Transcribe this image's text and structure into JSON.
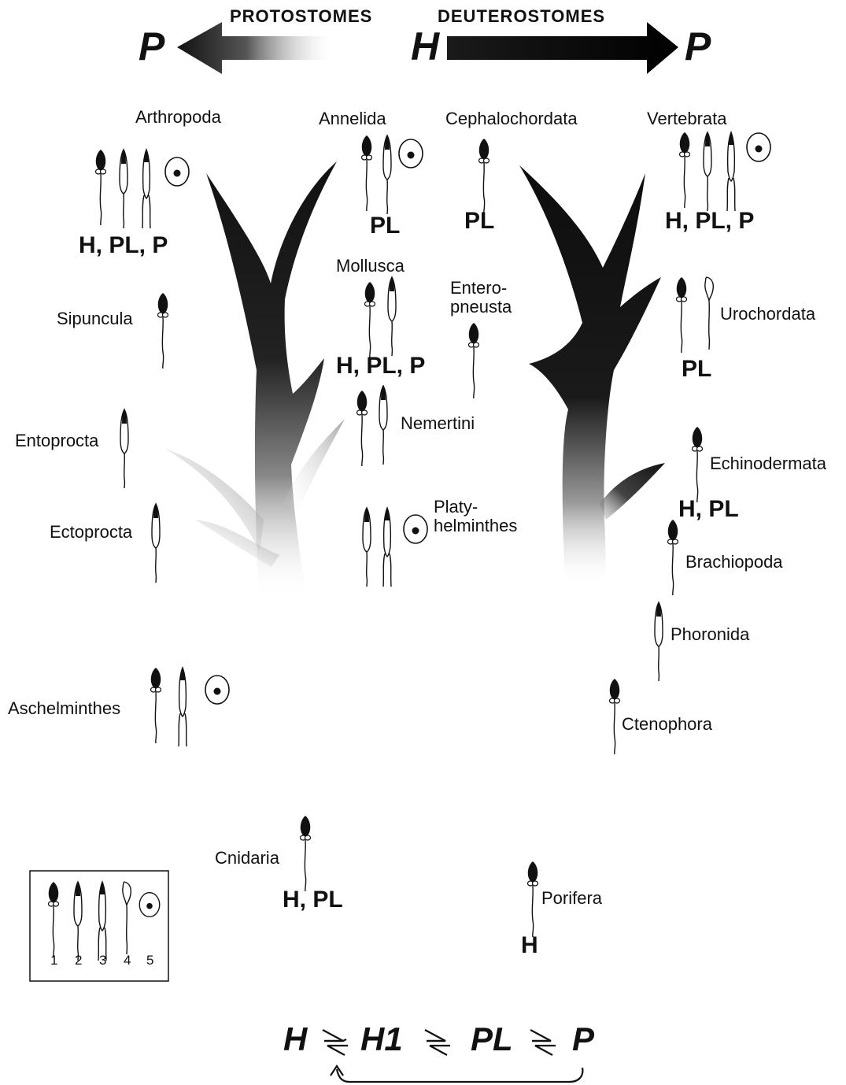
{
  "header": {
    "left_label": "PROTOSTOMES",
    "right_label": "DEUTEROSTOMES",
    "left_end": "P",
    "center": "H",
    "right_end": "P"
  },
  "taxa": {
    "arthropoda": "Arthropoda",
    "annelida": "Annelida",
    "cephalochordata": "Cephalochordata",
    "vertebrata": "Vertebrata",
    "mollusca": "Mollusca",
    "enteropneusta": "Entero-\npneusta",
    "sipuncula": "Sipuncula",
    "urochordata": "Urochordata",
    "nemertini": "Nemertini",
    "entoprocta": "Entoprocta",
    "echinodermata": "Echinodermata",
    "platyhelminthes": "Platy-\nhelminthes",
    "ectoprocta": "Ectoprocta",
    "brachiopoda": "Brachiopoda",
    "phoronida": "Phoronida",
    "aschelminthes": "Aschelminthes",
    "ctenophora": "Ctenophora",
    "cnidaria": "Cnidaria",
    "porifera": "Porifera"
  },
  "codes": {
    "arthropoda": "H, PL, P",
    "annelida": "PL",
    "cephalochordata": "PL",
    "vertebrata": "H, PL, P",
    "mollusca": "H, PL, P",
    "urochordata": "PL",
    "echinodermata": "H, PL",
    "cnidaria": "H, PL",
    "porifera": "H"
  },
  "legend": {
    "numbers": [
      "1",
      "2",
      "3",
      "4",
      "5"
    ]
  },
  "equation": {
    "t1": "H",
    "t2": "H1",
    "t3": "PL",
    "t4": "P"
  },
  "colors": {
    "ink": "#111111",
    "background": "#ffffff"
  },
  "icons": {
    "type1": "sperm-round-head-icon",
    "type2": "sperm-elongate-head-icon",
    "type3": "sperm-filiform-icon",
    "type4": "sperm-hooked-head-icon",
    "type5": "aflagellate-sperm-icon"
  }
}
